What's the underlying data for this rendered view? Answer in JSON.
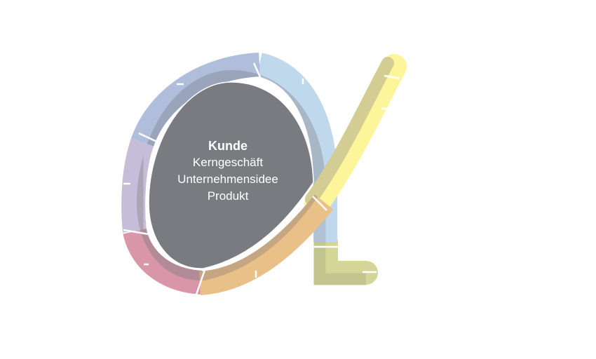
{
  "diagram": {
    "center": {
      "title": "Kunde",
      "lines": [
        "Kerngeschäft",
        "Unternehmensidee",
        "Produkt"
      ]
    },
    "colors": {
      "center": "#7a7b80",
      "top_blue": [
        "#b0bedc",
        "#9aa5bb"
      ],
      "light_blue": [
        "#c0d8ec",
        "#a8b7c6"
      ],
      "lavender": [
        "#c6bed8",
        "#aaa6b6"
      ],
      "pink": [
        "#d996a8",
        "#b38a97"
      ],
      "orange": [
        "#e9c088",
        "#c4a683"
      ],
      "yellow": [
        "#fdf59a",
        "#d3cd93"
      ],
      "green": [
        "#d4d697",
        "#c3c58f"
      ]
    }
  }
}
